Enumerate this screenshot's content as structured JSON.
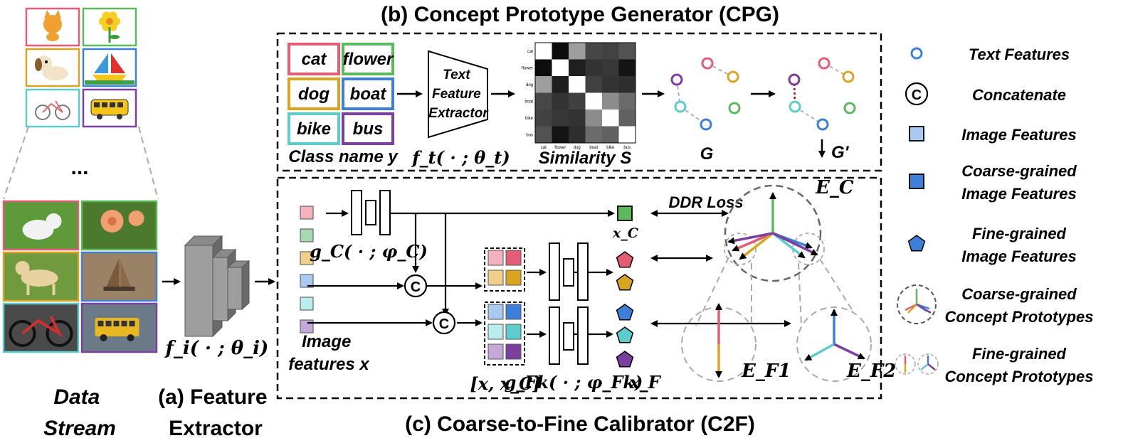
{
  "titles": {
    "cpg": "(b) Concept Prototype Generator (CPG)",
    "c2f": "(c) Coarse-to-Fine Calibrator (C2F)",
    "feature_extractor": [
      "(a) Feature",
      "Extractor"
    ],
    "data_stream": [
      "Data",
      "Stream"
    ]
  },
  "ellipsis": "...",
  "stream_images_top": [
    {
      "name": "cat",
      "border": "#e35d76"
    },
    {
      "name": "flower",
      "border": "#5cb85c"
    },
    {
      "name": "dog",
      "border": "#d9a520"
    },
    {
      "name": "boat",
      "border": "#3d7fd9"
    },
    {
      "name": "bike",
      "border": "#5ccccc"
    },
    {
      "name": "bus",
      "border": "#7b3fa0"
    }
  ],
  "class_names": [
    {
      "label": "cat",
      "color": "#e35d76"
    },
    {
      "label": "flower",
      "color": "#5cb85c"
    },
    {
      "label": "dog",
      "color": "#d9a520"
    },
    {
      "label": "boat",
      "color": "#3d7fd9"
    },
    {
      "label": "bike",
      "color": "#5ccccc"
    },
    {
      "label": "bus",
      "color": "#7b3fa0"
    }
  ],
  "cpg": {
    "class_name_label": "Class name y",
    "text_extractor": [
      "Text",
      "Feature",
      "Extractor"
    ],
    "text_fn": "f_t( · ; θ_t)",
    "similarity_label": "Similarity S",
    "matrix_labels": [
      "cat",
      "flower",
      "dog",
      "boat",
      "bike",
      "bus"
    ],
    "matrix": [
      [
        1.0,
        0.05,
        0.62,
        0.28,
        0.26,
        0.32
      ],
      [
        0.05,
        1.0,
        0.12,
        0.2,
        0.22,
        0.08
      ],
      [
        0.62,
        0.12,
        1.0,
        0.25,
        0.2,
        0.18
      ],
      [
        0.28,
        0.2,
        0.25,
        1.0,
        0.55,
        0.42
      ],
      [
        0.26,
        0.22,
        0.2,
        0.55,
        1.0,
        0.38
      ],
      [
        0.32,
        0.08,
        0.18,
        0.42,
        0.38,
        1.0
      ]
    ],
    "graph_g": "G",
    "graph_g2": "G'"
  },
  "c2f": {
    "ddr_loss": "DDR Loss",
    "coarse_fn": "g_C( · ; φ_C)",
    "fine_fn": "g_Fk( · ; φ_Fk)",
    "x_c": "x_C",
    "x_f": "x_F",
    "concat_pair": "[x, x_C]",
    "image_features_label": [
      "Image",
      "features x"
    ],
    "e_c": "E_C",
    "e_f1": "E_F1",
    "e_f2": "E_F2",
    "concat_symbol": "C"
  },
  "feature_fn": "f_i( · ; θ_i)",
  "legend": [
    {
      "icon": "text-features",
      "label": [
        "Text Features"
      ]
    },
    {
      "icon": "concatenate",
      "label": [
        "Concatenate"
      ]
    },
    {
      "icon": "image-features",
      "label": [
        "Image Features"
      ]
    },
    {
      "icon": "coarse-image-features",
      "label": [
        "Coarse-grained",
        "Image Features"
      ]
    },
    {
      "icon": "fine-image-features",
      "label": [
        "Fine-grained",
        "Image Features"
      ]
    },
    {
      "icon": "coarse-prototypes",
      "label": [
        "Coarse-grained",
        "Concept Prototypes"
      ]
    },
    {
      "icon": "fine-prototypes",
      "label": [
        "Fine-grained",
        "Concept Prototypes"
      ]
    }
  ],
  "colors": {
    "pink": "#e35d76",
    "green": "#5cb85c",
    "gold": "#d9a520",
    "blue": "#3d7fd9",
    "cyan": "#5ccccc",
    "purple": "#7b3fa0",
    "feat_pink": "#f4b2bf",
    "feat_green": "#a8d8b0",
    "feat_gold": "#f0cf8a",
    "feat_blue": "#a9c9f0",
    "feat_cyan": "#b9ecec",
    "feat_purple": "#c5a7da"
  }
}
